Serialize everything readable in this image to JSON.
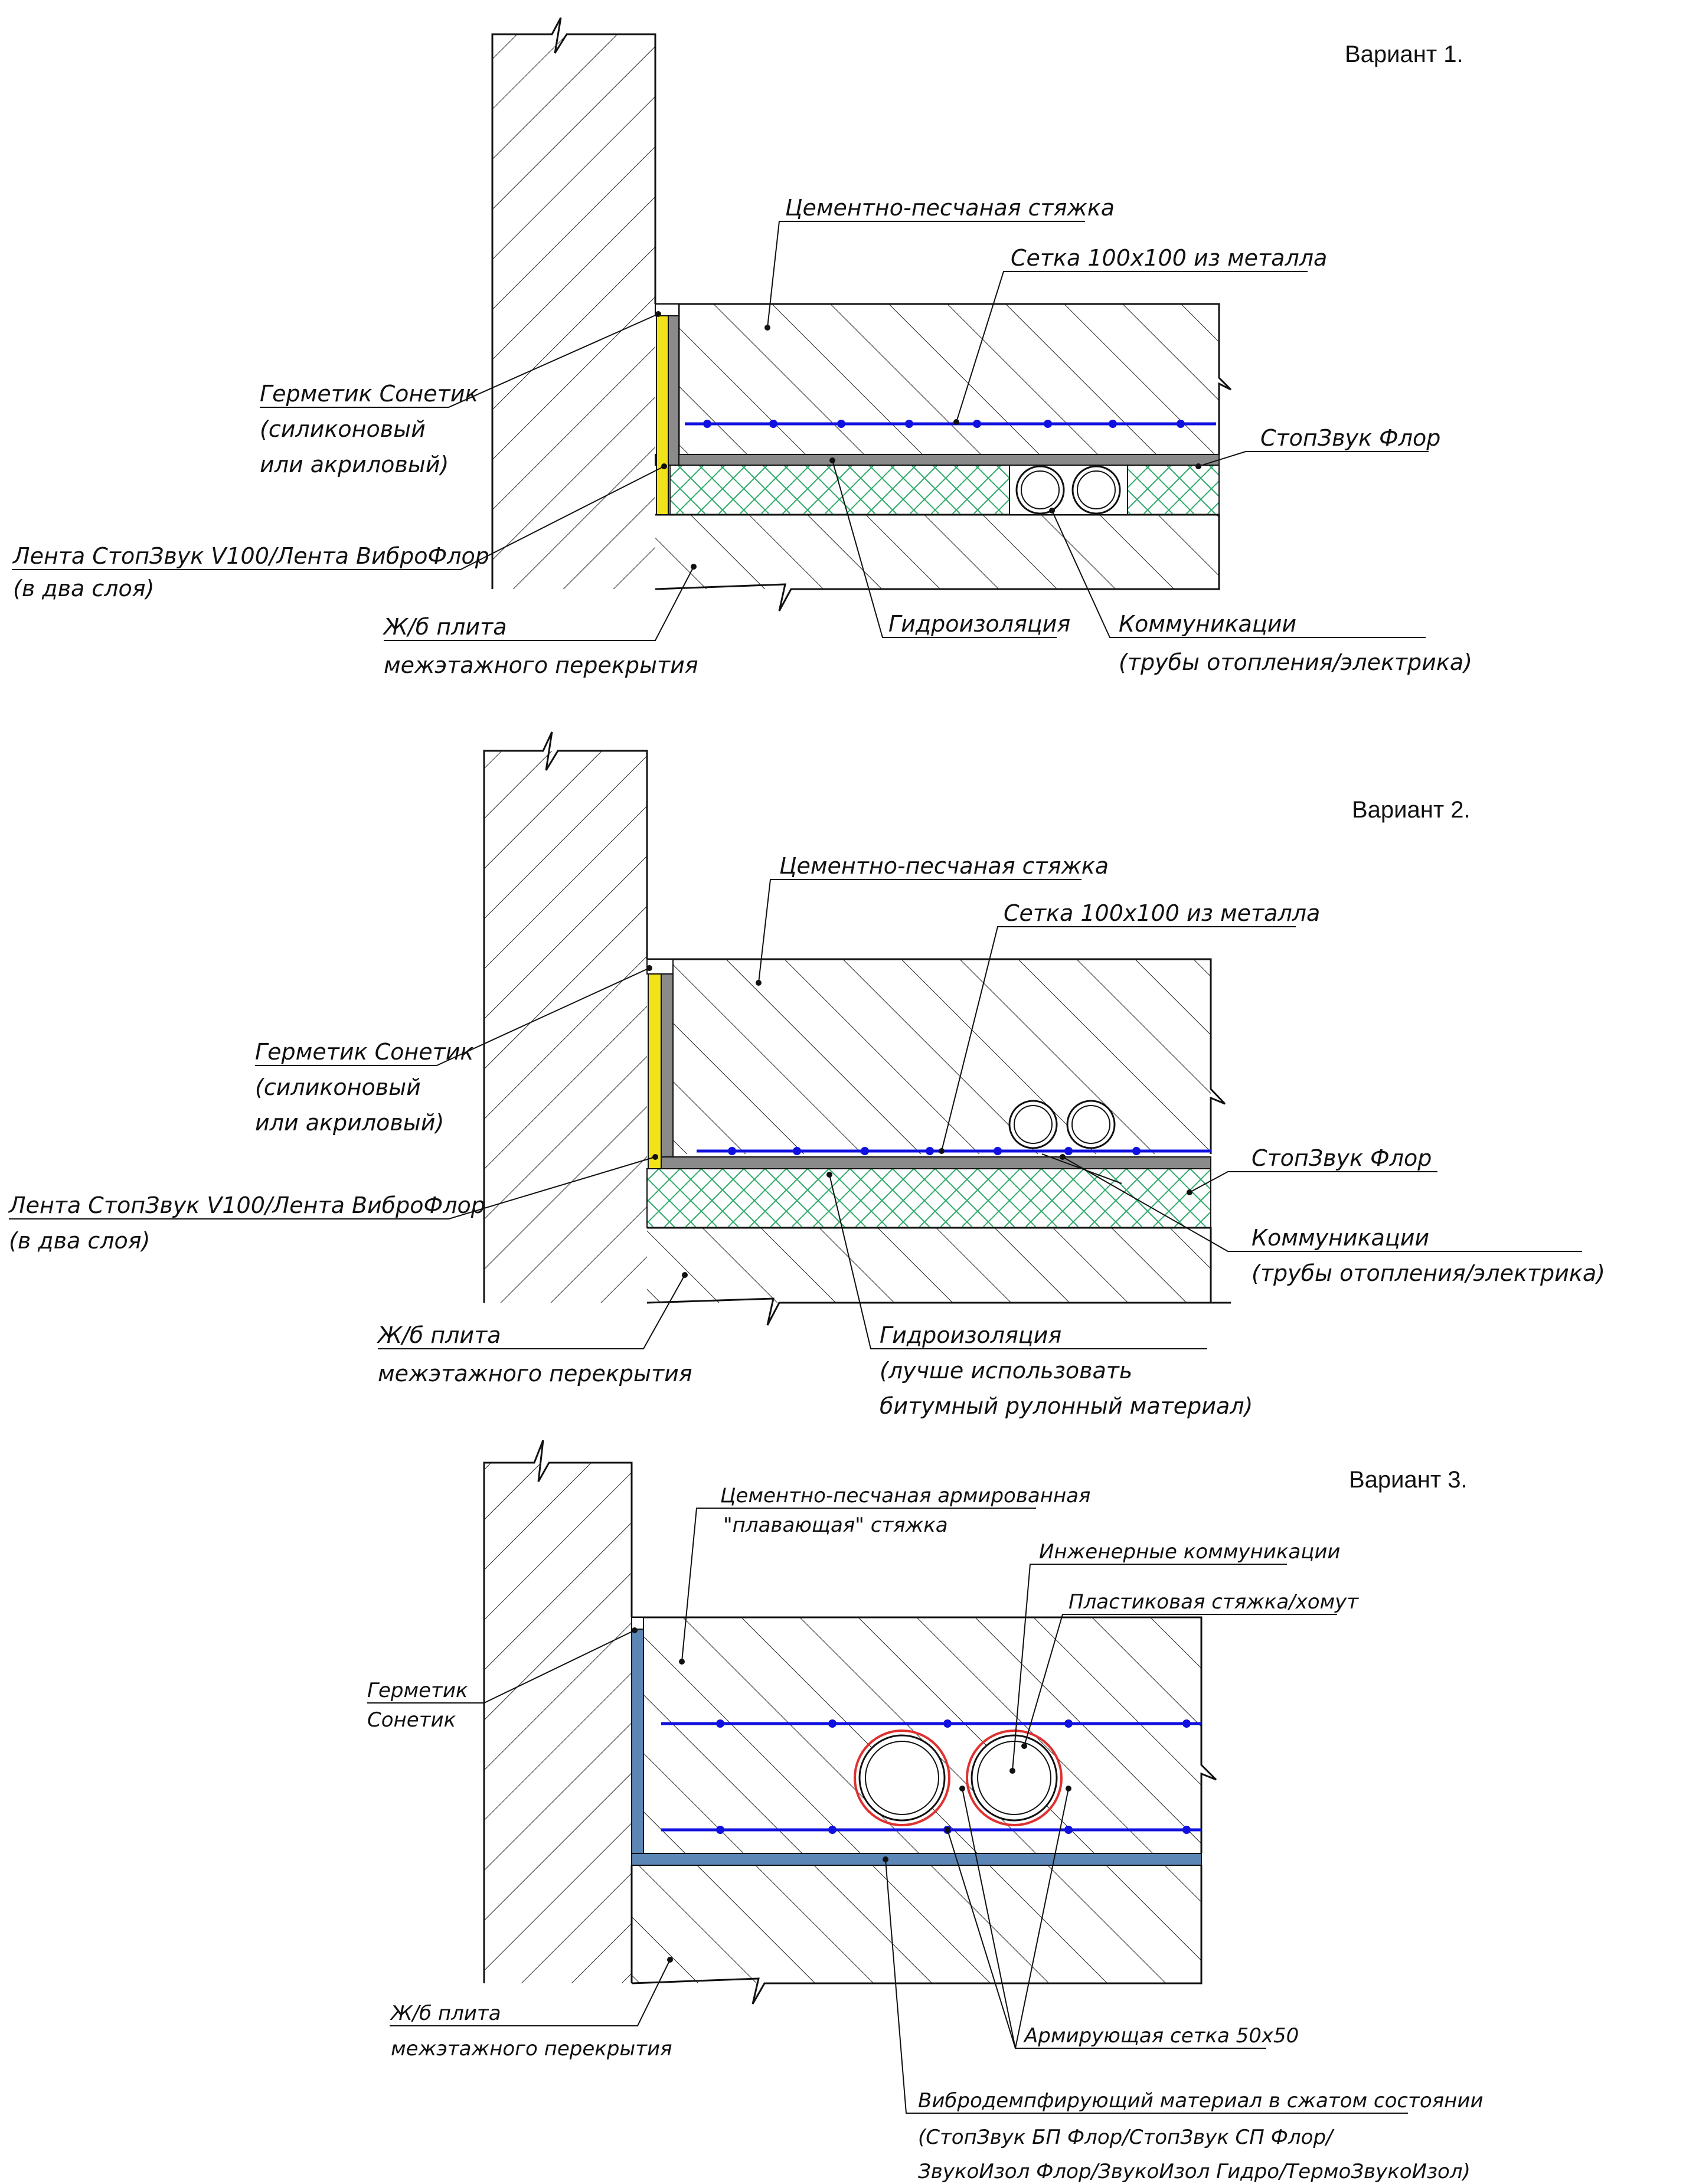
{
  "variant1": {
    "title": "Вариант 1.",
    "screed": "Цементно-песчаная стяжка",
    "mesh": "Сетка 100х100 из металла",
    "sealant": [
      "Герметик Сонетик",
      "(силиконовый",
      "или акриловый)"
    ],
    "tape": [
      "Лента СтопЗвук V100/Лента ВиброФлор",
      "(в два слоя)"
    ],
    "slab": [
      "Ж/б плита",
      "межэтажного перекрытия"
    ],
    "waterproof": "Гидроизоляция",
    "comms": [
      "Коммуникации",
      "(трубы отопления/электрика)"
    ],
    "floor": "СтопЗвук Флор"
  },
  "variant2": {
    "title": "Вариант 2.",
    "screed": "Цементно-песчаная стяжка",
    "mesh": "Сетка 100х100 из металла",
    "sealant": [
      "Герметик Сонетик",
      "(силиконовый",
      "или акриловый)"
    ],
    "tape": [
      "Лента СтопЗвук V100/Лента ВиброФлор",
      "(в два слоя)"
    ],
    "floor": "СтопЗвук Флор",
    "comms": [
      "Коммуникации",
      "(трубы отопления/электрика)"
    ],
    "slab": [
      "Ж/б плита",
      "межэтажного перекрытия"
    ],
    "waterproof": [
      "Гидроизоляция",
      "(лучше использовать",
      "битумный рулонный материал)"
    ]
  },
  "variant3": {
    "title": "Вариант 3.",
    "screed": [
      "Цементно-песчаная армированная",
      "\"плавающая\" стяжка"
    ],
    "eng": "Инженерные коммуникации",
    "clamp": "Пластиковая стяжка/хомут",
    "sealant": [
      "Герметик",
      "Сонетик"
    ],
    "slab": [
      "Ж/б плита",
      "межэтажного перекрытия"
    ],
    "rebar": "Армирующая сетка 50х50",
    "damper": [
      "Вибродемпфирующий материал в сжатом состоянии",
      "(СтопЗвук БП Флор/СтопЗвук СП Флор/",
      "ЗвукоИзол Флор/ЗвукоИзол Гидро/ТермоЗвукоИзол)"
    ]
  },
  "colors": {
    "mesh": "#1010e0",
    "tape": "#f2e21a",
    "screed_line": "#8a8a8a",
    "insulation": "#2eaa6a",
    "damper": "#5b86b5",
    "clamp": "#e03030"
  }
}
